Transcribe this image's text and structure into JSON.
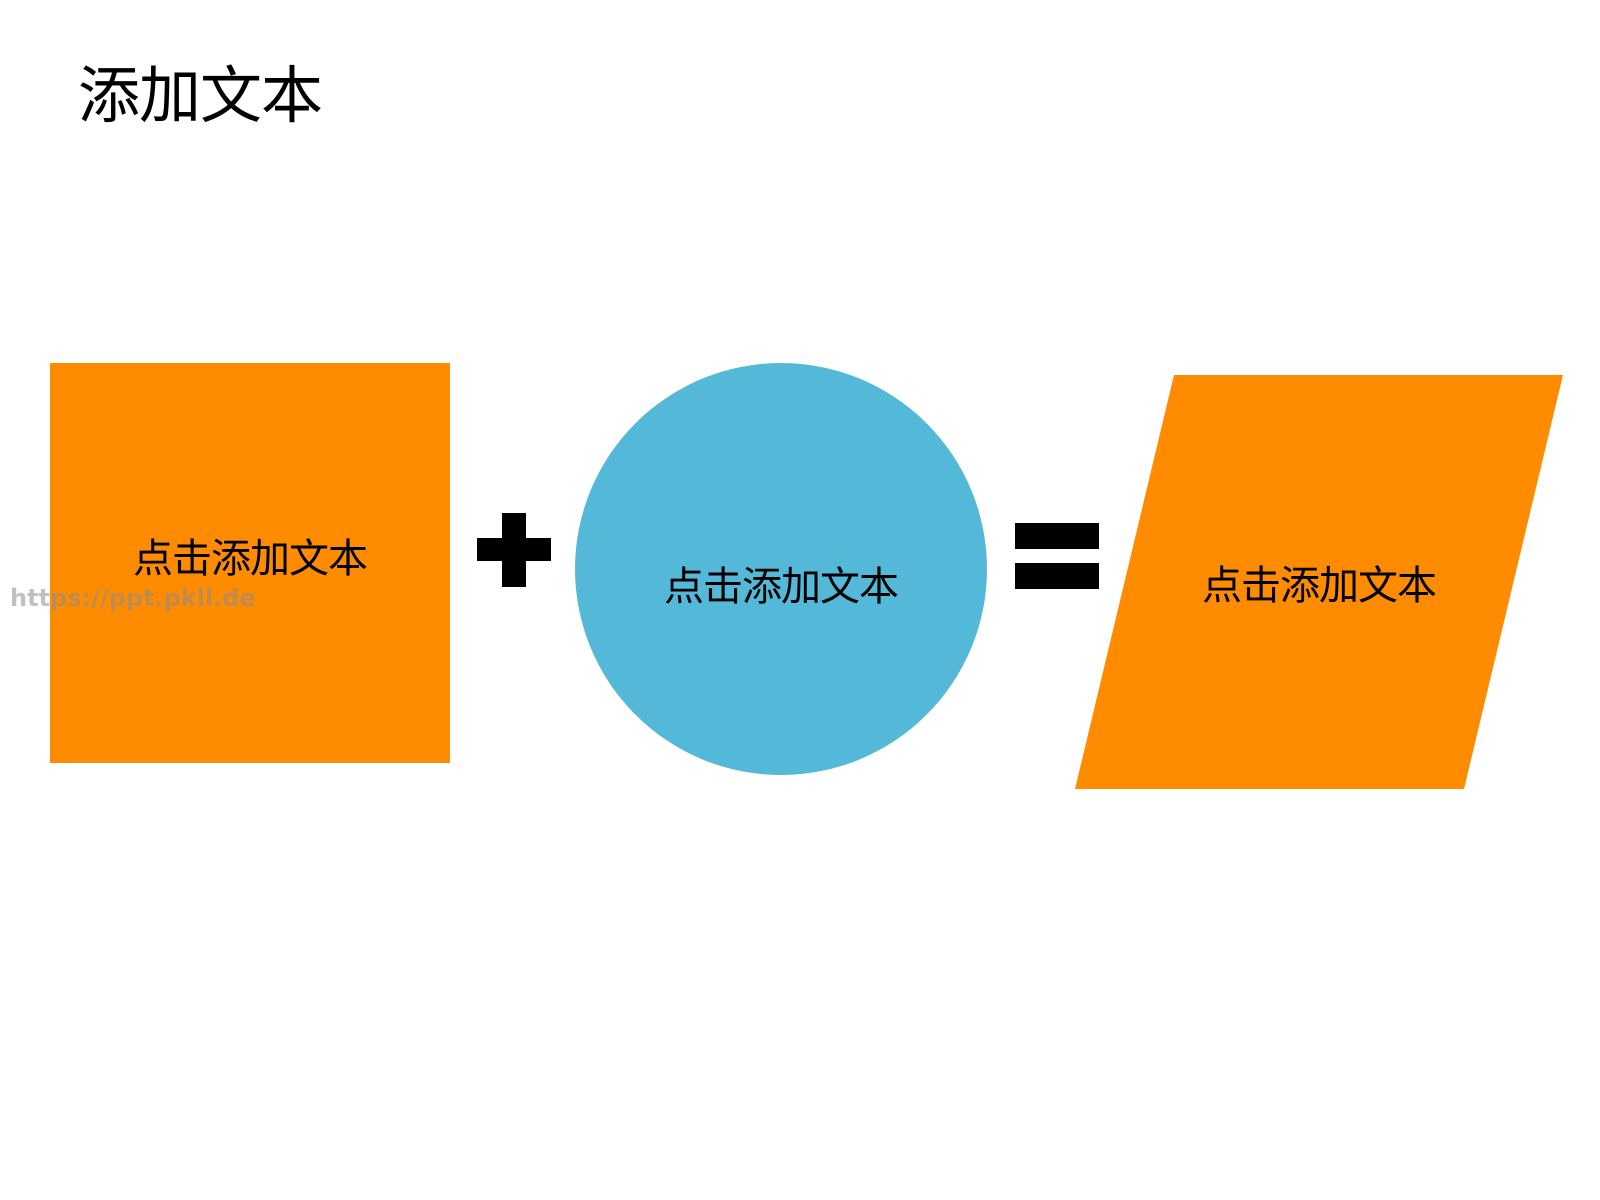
{
  "slide": {
    "title": "添加文本",
    "watermark": "https://ppt.pkll.de"
  },
  "equation": {
    "operand_1": {
      "shape": "square",
      "label": "点击添加文本",
      "color": "#FF8C00"
    },
    "operator_1": {
      "symbol": "+",
      "icon": "plus-icon"
    },
    "operand_2": {
      "shape": "circle",
      "label": "点击添加文本",
      "color": "#54B8D8"
    },
    "operator_2": {
      "symbol": "=",
      "icon": "equals-icon"
    },
    "result": {
      "shape": "parallelogram",
      "label": "点击添加文本",
      "color": "#FF8C00"
    }
  },
  "colors": {
    "orange": "#FF8C00",
    "blue": "#54B8D8",
    "text": "#000000",
    "background": "#FFFFFF"
  }
}
